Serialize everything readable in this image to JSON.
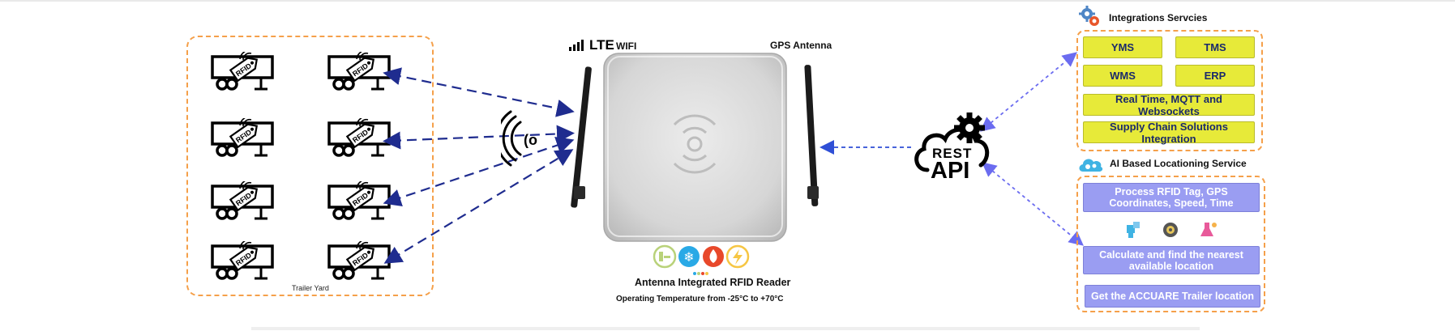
{
  "yard": {
    "label": "Trailer Yard",
    "trailer_tag_text": "RFID"
  },
  "reader": {
    "lte_label": "LTE",
    "wifi_label": "WIFI",
    "gps_label": "GPS Antenna",
    "title": "Antenna Integrated RFID Reader",
    "temperature": "Operating Temperature from -25°C to +70°C"
  },
  "api": {
    "line1": "REST",
    "line2": "API"
  },
  "integrations": {
    "title": "Integrations Servcies",
    "items": [
      "YMS",
      "TMS",
      "WMS",
      "ERP"
    ],
    "realtime": "Real Time, MQTT and Websockets",
    "supply_chain": "Supply Chain Solutions Integration"
  },
  "ai": {
    "title": "AI Based Locationing Service",
    "step1": "Process  RFID Tag, GPS Coordinates, Speed, Time",
    "step2": "Calculate and find the nearest available location",
    "step3": "Get the ACCUARE Trailer location"
  },
  "colors": {
    "dash_orange": "#f5a04a",
    "arrow_navy": "#1f2c8f",
    "arrow_blue": "#2f4fd6",
    "arrow_purple": "#6b6cf0",
    "yellow": "#e7ea39",
    "purple": "#9a9df2"
  }
}
